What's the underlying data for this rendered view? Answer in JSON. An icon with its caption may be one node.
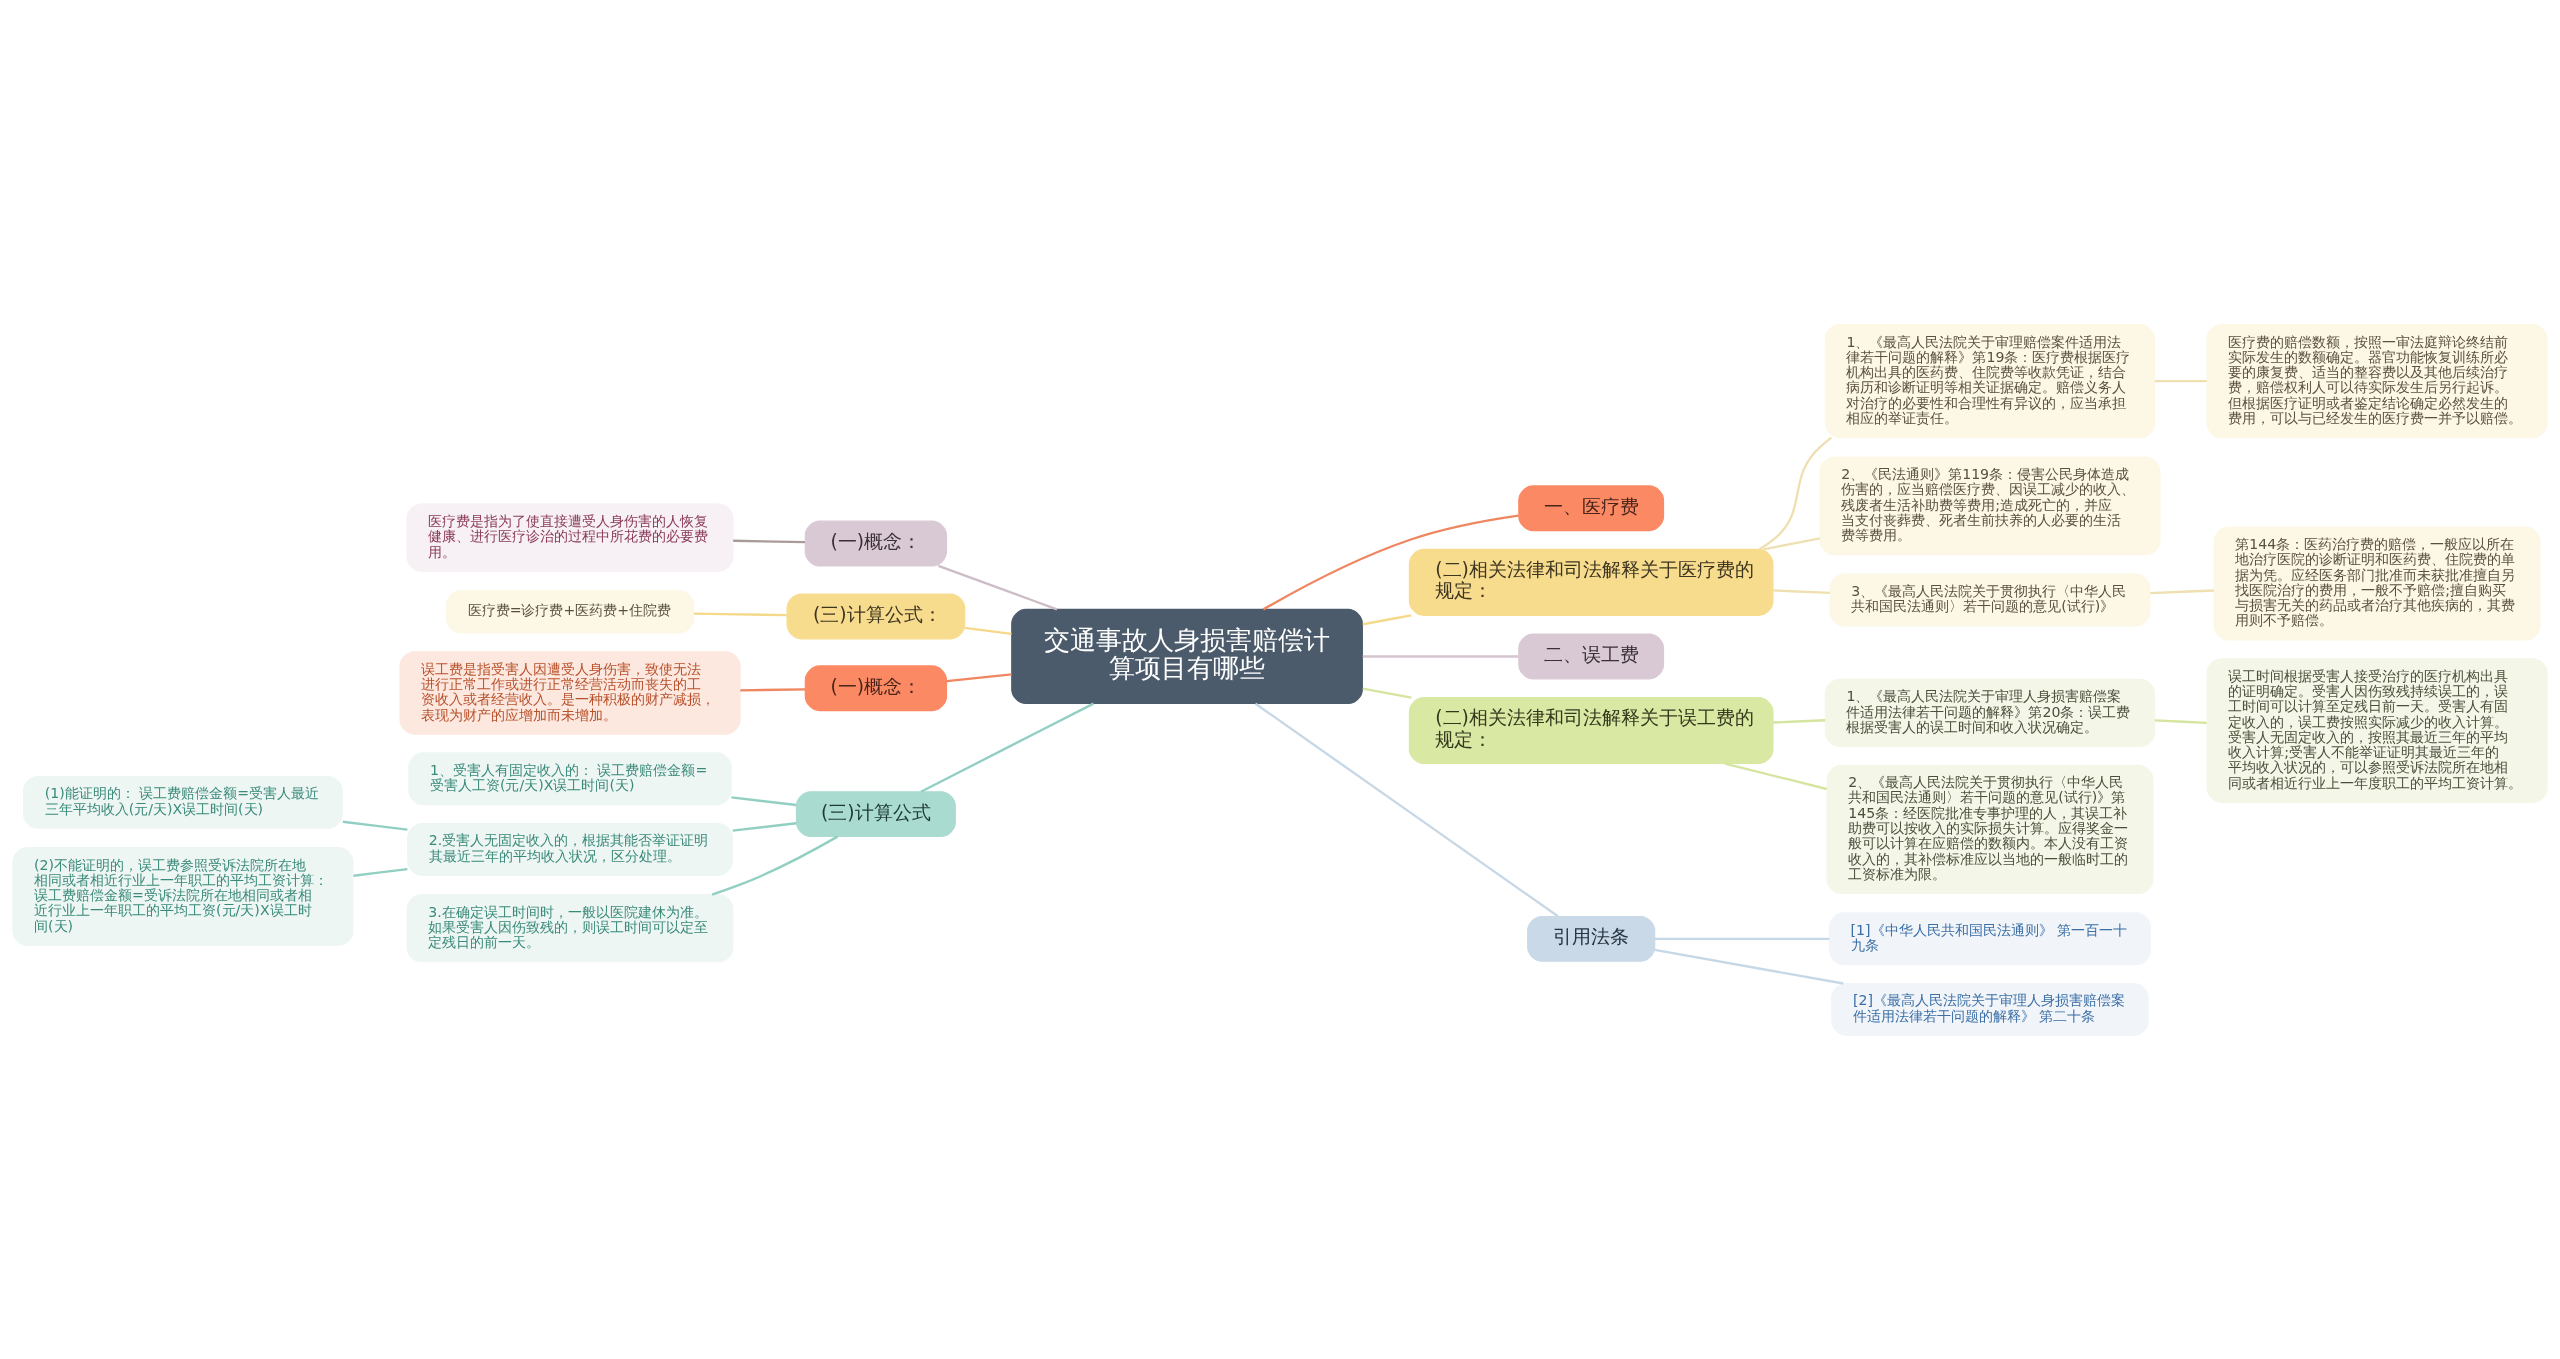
{
  "diagram": {
    "nodes": [
      {
        "text": [
          "交通事故人身损害赔偿计算项目有哪些"
        ]
      },
      {
        "text": [
          "一、医疗费"
        ]
      },
      {
        "text": [
          "(二)相关法律和司法解释关于医疗费的规定："
        ]
      },
      {
        "text": [
          "1、《最高人民法院关于审理赔偿案件适用法律若干问题的解释》第19条：医疗费根据医疗机构出具的医药费、住院费等收款凭证，结合病历和诊断证明等相关证据确定。赔偿义务人对治疗的必要性和合理性有异议的，应当承担相应的举证责任。"
        ]
      },
      {
        "text": [
          "医疗费的赔偿数额，按照一审法庭辩论终结前实际发生的数额确定。器官功能恢复训练所必要的康复费、适当的整容费以及其他后续治疗费，赔偿权利人可以待实际发生后另行起诉。但根据医疗证明或者鉴定结论确定必然发生的费用，可以与已经发生的医疗费一并予以赔偿。"
        ]
      },
      {
        "text": [
          "2、《民法通则》第119条：侵害公民身体造成伤害的，应当赔偿医疗费、因误工减少的收入、残废者生活补助费等费用;造成死亡的，并应当支付丧葬费、死者生前扶养的人必要的生活费等费用。"
        ]
      },
      {
        "text": [
          "3、《最高人民法院关于贯彻执行〈中华人民共和国民法通则〉若干问题的意见(试行)》"
        ]
      },
      {
        "text": [
          "第144条：医药治疗费的赔偿，一般应以所在地治疗医院的诊断证明和医药费、住院费的单据为凭。应经医务部门批准而未获批准擅自另找医院治疗的费用，一般不予赔偿;擅自购买与损害无关的药品或者治疗其他疾病的，其费用则不予赔偿。"
        ]
      },
      {
        "text": [
          "二、误工费"
        ]
      },
      {
        "text": [
          "(二)相关法律和司法解释关于误工费的规定："
        ]
      },
      {
        "text": [
          "1、《最高人民法院关于审理人身损害赔偿案件适用法律若干问题的解释》第20条：误工费根据受害人的误工时间和收入状况确定。"
        ]
      },
      {
        "text": [
          "误工时间根据受害人接受治疗的医疗机构出具的证明确定。受害人因伤致残持续误工的，误工时间可以计算至定残日前一天。受害人有固定收入的，误工费按照实际减少的收入计算。受害人无固定收入的，按照其最近三年的平均收入计算;受害人不能举证证明其最近三年的平均收入状况的，可以参照受诉法院所在地相同或者相近行业上一年度职工的平均工资计算。"
        ]
      },
      {
        "text": [
          "2、《最高人民法院关于贯彻执行〈中华人民共和国民法通则〉若干问题的意见(试行)》第145条：经医院批准专事护理的人，其误工补助费可以按收入的实际损失计算。应得奖金一般可以计算在应赔偿的数额内。本人没有工资收入的，其补偿标准应以当地的一般临时工的工资标准为限。"
        ]
      },
      {
        "text": [
          "引用法条"
        ]
      },
      {
        "text": [
          "[1]《中华人民共和国民法通则》 第一百一十九条"
        ]
      },
      {
        "text": [
          "[2]《最高人民法院关于审理人身损害赔偿案件适用法律若干问题的解释》 第二十条"
        ]
      },
      {
        "text": [
          "(一)概念："
        ]
      },
      {
        "text": [
          "医疗费是指为了使直接遭受人身伤害的人恢复健康、进行医疗诊治的过程中所花费的必要费用。"
        ]
      },
      {
        "text": [
          "(三)计算公式："
        ]
      },
      {
        "text": [
          "医疗费=诊疗费+医药费+住院费"
        ]
      },
      {
        "text": [
          "(一)概念："
        ]
      },
      {
        "text": [
          "误工费是指受害人因遭受人身伤害，致使无法进行正常工作或进行正常经营活动而丧失的工资收入或者经营收入。是一种积极的财产减损，表现为财产的应增加而未增加。"
        ]
      },
      {
        "text": [
          "(三)计算公式"
        ]
      },
      {
        "text": [
          "1、受害人有固定收入的： 误工费赔偿金额=受害人工资(元/天)X误工时间(天)"
        ]
      },
      {
        "text": [
          "2.受害人无固定收入的，根据其能否举证证明其最近三年的平均收入状况，区分处理。"
        ]
      },
      {
        "text": [
          "(1)能证明的： 误工费赔偿金额=受害人最近三年平均收入(元/天)X误工时间(天)"
        ]
      },
      {
        "text": [
          "(2)不能证明的，误工费参照受诉法院所在地相同或者相近行业上一年职工的平均工资计算：误工费赔偿金额=受诉法院所在地相同或者相近行业上一年职工的平均工资(元/天)X误工时间(天)"
        ]
      },
      {
        "text": [
          "3.在确定误工时间时，一般以医院建休为准。如果受害人因伤致残的，则误工时间可以定至定残日的前一天。"
        ]
      }
    ],
    "edges": [
      {
        "from": 0,
        "to": 1,
        "arrow": "none",
        "color": "#ee8660"
      },
      {
        "from": 0,
        "to": 2,
        "arrow": "none",
        "color": "#f4d98a"
      },
      {
        "from": 2,
        "to": 3,
        "arrow": "none",
        "color": "#efe0b2"
      },
      {
        "from": 3,
        "to": 4,
        "arrow": "none",
        "color": "#efe0b2"
      },
      {
        "from": 2,
        "to": 5,
        "arrow": "none",
        "color": "#efe0b2"
      },
      {
        "from": 2,
        "to": 6,
        "arrow": "none",
        "color": "#efe0b2"
      },
      {
        "from": 6,
        "to": 7,
        "arrow": "none",
        "color": "#efe0b2"
      },
      {
        "from": 0,
        "to": 8,
        "arrow": "none",
        "color": "#d6c5cf"
      },
      {
        "from": 0,
        "to": 9,
        "arrow": "none",
        "color": "#d5e49e"
      },
      {
        "from": 9,
        "to": 10,
        "arrow": "none",
        "color": "#d5e49e"
      },
      {
        "from": 10,
        "to": 11,
        "arrow": "none",
        "color": "#d5e49e"
      },
      {
        "from": 9,
        "to": 12,
        "arrow": "none",
        "color": "#d5e49e"
      },
      {
        "from": 0,
        "to": 13,
        "arrow": "none",
        "color": "#c6d7e6"
      },
      {
        "from": 13,
        "to": 14,
        "arrow": "none",
        "color": "#c6d7e6"
      },
      {
        "from": 13,
        "to": 15,
        "arrow": "none",
        "color": "#c6d7e6"
      },
      {
        "from": 0,
        "to": 16,
        "arrow": "none",
        "color": "#cdbcc7"
      },
      {
        "from": 16,
        "to": 17,
        "arrow": "none",
        "color": "#a99c98"
      },
      {
        "from": 0,
        "to": 18,
        "arrow": "none",
        "color": "#f4d98a"
      },
      {
        "from": 18,
        "to": 19,
        "arrow": "none",
        "color": "#f4d98a"
      },
      {
        "from": 0,
        "to": 20,
        "arrow": "none",
        "color": "#ee8660"
      },
      {
        "from": 20,
        "to": 21,
        "arrow": "none",
        "color": "#ee8660"
      },
      {
        "from": 0,
        "to": 22,
        "arrow": "none",
        "color": "#92cfc3"
      },
      {
        "from": 22,
        "to": 23,
        "arrow": "none",
        "color": "#92cfc3"
      },
      {
        "from": 22,
        "to": 24,
        "arrow": "none",
        "color": "#92cfc3"
      },
      {
        "from": 24,
        "to": 25,
        "arrow": "none",
        "color": "#92cfc3"
      },
      {
        "from": 24,
        "to": 26,
        "arrow": "none",
        "color": "#92cfc3"
      },
      {
        "from": 22,
        "to": 27,
        "arrow": "none",
        "color": "#92cfc3"
      }
    ]
  }
}
